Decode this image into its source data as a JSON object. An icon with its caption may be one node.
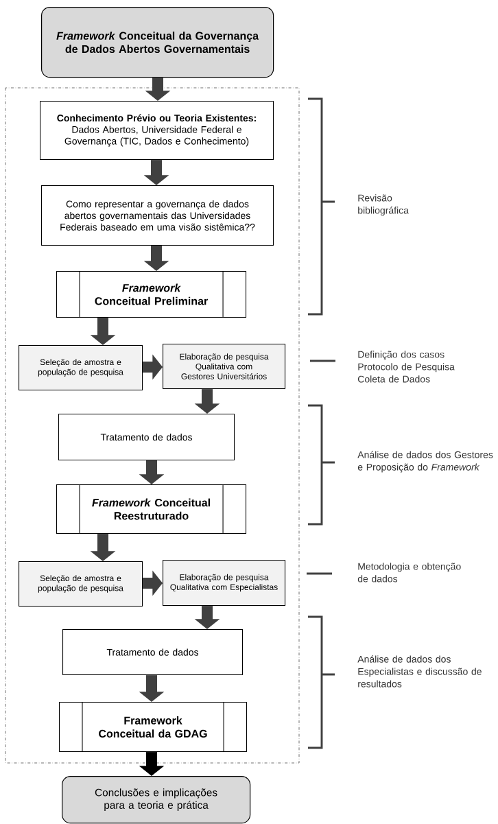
{
  "diagram": {
    "nodes": [
      {
        "text": [
          "*Framework* Conceitual da Governança de Dados Abertos Governamentais"
        ]
      },
      {
        "text": [
          "Conhecimento Prévio ou Teoria Existentes:",
          "Dados Abertos, Universidade Federal e Governança (TIC, Dados e Conhecimento)"
        ]
      },
      {
        "text": [
          "Como representar a governança de dados abertos governamentais das Universidades Federais baseado em uma visão sistêmica??"
        ]
      },
      {
        "text": [
          "*Framework* Conceitual Preliminar"
        ]
      },
      {
        "text": [
          "Seleção de amostra e população de pesquisa"
        ]
      },
      {
        "text": [
          "Elaboração de pesquisa Qualitativa com Gestores Universitários"
        ]
      },
      {
        "text": [
          "Tratamento de dados"
        ]
      },
      {
        "text": [
          "*Framework* Conceitual Reestruturado"
        ]
      },
      {
        "text": [
          "Seleção de amostra e população de pesquisa"
        ]
      },
      {
        "text": [
          "Elaboração de pesquisa Qualitativa com Especialistas"
        ]
      },
      {
        "text": [
          "Tratamento de dados"
        ]
      },
      {
        "text": [
          "Framework Conceitual da GDAG"
        ]
      },
      {
        "text": [
          "Conclusões e implicações para a teoria e prática"
        ]
      }
    ],
    "edges": [
      {
        "from": 0,
        "to": 1,
        "arrow": "to"
      },
      {
        "from": 1,
        "to": 2,
        "arrow": "to"
      },
      {
        "from": 2,
        "to": 3,
        "arrow": "to"
      },
      {
        "from": 3,
        "to": 4,
        "arrow": "to"
      },
      {
        "from": 4,
        "to": 5,
        "arrow": "to"
      },
      {
        "from": 5,
        "to": 6,
        "arrow": "to"
      },
      {
        "from": 6,
        "to": 7,
        "arrow": "to"
      },
      {
        "from": 7,
        "to": 8,
        "arrow": "to"
      },
      {
        "from": 8,
        "to": 9,
        "arrow": "to"
      },
      {
        "from": 9,
        "to": 10,
        "arrow": "to"
      },
      {
        "from": 10,
        "to": 11,
        "arrow": "to"
      },
      {
        "from": 11,
        "to": 12,
        "arrow": "to",
        "color": "#000000"
      }
    ],
    "labels": [
      "Revisão bibliográfica",
      "Definição dos casos Protocolo de Pesquisa Coleta de Dados",
      "Análise de dados dos Gestores e Proposição do *Framework*",
      "Metodologia e obtenção de dados",
      "Análise de dados dos Especialistas e discussão de resultados"
    ]
  }
}
